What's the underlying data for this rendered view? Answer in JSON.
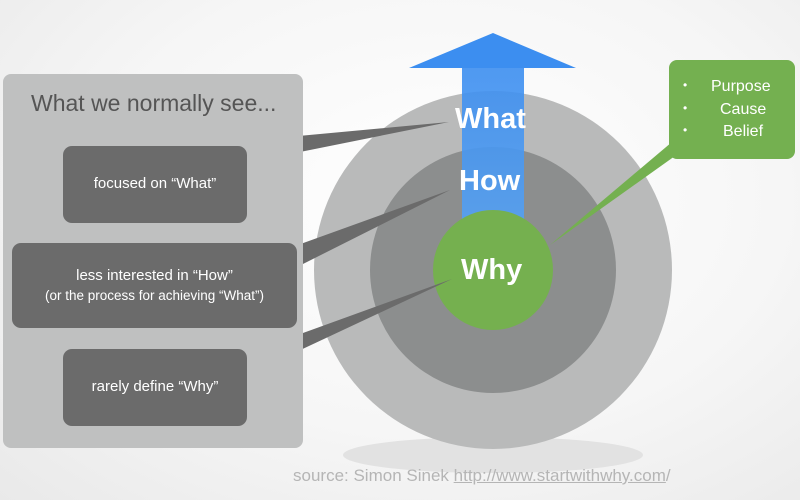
{
  "panel": {
    "title": "What we normally see..."
  },
  "callouts": [
    {
      "line1": "focused on “What”",
      "line2": ""
    },
    {
      "line1": "less interested in “How”",
      "line2": "(or the process for achieving “What”)"
    },
    {
      "line1": "rarely define “Why”",
      "line2": ""
    }
  ],
  "circles": {
    "outer": "What",
    "middle": "How",
    "inner": "Why"
  },
  "why_box": {
    "items": [
      "Purpose",
      "Cause",
      "Belief"
    ],
    "bullet": "•"
  },
  "source": {
    "prefix": "source: Simon Sinek ",
    "link": "http://www.startwithwhy.com",
    "suffix": "/"
  },
  "colors": {
    "outer_circle": "#b9baba",
    "middle_circle": "#8c8e8e",
    "inner_circle": "#75b04f",
    "arrow": "#3c8ef0",
    "callout": "#6b6b6b",
    "panel": "#bfc0c0"
  }
}
